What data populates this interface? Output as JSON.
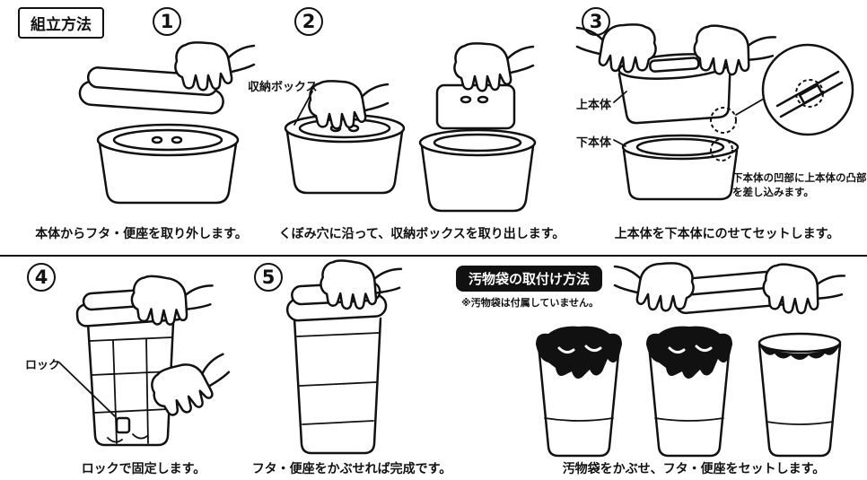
{
  "title": "組立方法",
  "steps": {
    "s1": {
      "num": "1",
      "caption": "本体からフタ・便座を取り外します。"
    },
    "s2": {
      "num": "2",
      "caption": "くぼみ穴に沿って、収納ボックスを取り出します。",
      "label": "収納ボックス"
    },
    "s3": {
      "num": "3",
      "caption": "上本体を下本体にのせてセットします。",
      "label_upper": "上本体",
      "label_lower": "下本体",
      "note": "下本体の凹部に上本体の凸部を差し込みます。"
    },
    "s4": {
      "num": "4",
      "caption": "ロックで固定します。",
      "label": "ロック"
    },
    "s5": {
      "num": "5",
      "caption": "フタ・便座をかぶせれば完成です。"
    }
  },
  "bag": {
    "title": "汚物袋の取付け方法",
    "note": "※汚物袋は付属していません。",
    "caption": "汚物袋をかぶせ、フタ・便座をセットします。"
  },
  "colors": {
    "ink": "#111111",
    "paper": "#ffffff"
  }
}
